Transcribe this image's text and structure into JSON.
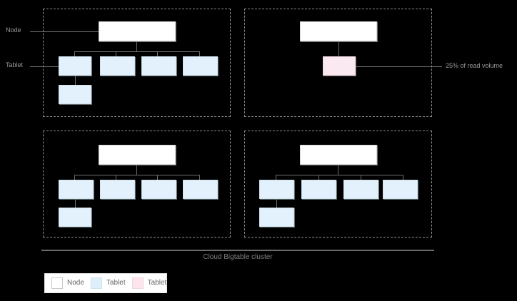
{
  "diagram": {
    "title_caption": "Cloud Bigtable cluster",
    "side_labels": [
      {
        "id": "node",
        "text": "Node"
      },
      {
        "id": "tablet",
        "text": "Tablet"
      }
    ],
    "callouts": [
      {
        "id": "hot-tablet",
        "text": "25% of read volume"
      }
    ],
    "colors": {
      "background": "#000000",
      "node_fill": "#ffffff",
      "tablet_fill": "#e2f1fb",
      "tablet_hot_fill": "#fae9f0",
      "connector": "#6e6e6e",
      "frame_dashed": "#8d8d8d",
      "label_text": "#9a9a9a",
      "caption_text": "#7f7f7f",
      "legend_text": "#63666a"
    },
    "quadrants": [
      {
        "id": "node-1",
        "position": "top-left",
        "node_count": 1,
        "tablet_count": 5,
        "hot_tablet_count": 0
      },
      {
        "id": "node-2",
        "position": "top-right",
        "node_count": 1,
        "tablet_count": 0,
        "hot_tablet_count": 1
      },
      {
        "id": "node-3",
        "position": "bottom-left",
        "node_count": 1,
        "tablet_count": 5,
        "hot_tablet_count": 0
      },
      {
        "id": "node-4",
        "position": "bottom-right",
        "node_count": 1,
        "tablet_count": 5,
        "hot_tablet_count": 0
      }
    ]
  },
  "legend": {
    "items": [
      {
        "swatch": "node",
        "label": "Node"
      },
      {
        "swatch": "tablet",
        "label": "Tablet"
      },
      {
        "swatch": "tablet-hot",
        "label": "Tablet"
      }
    ]
  }
}
